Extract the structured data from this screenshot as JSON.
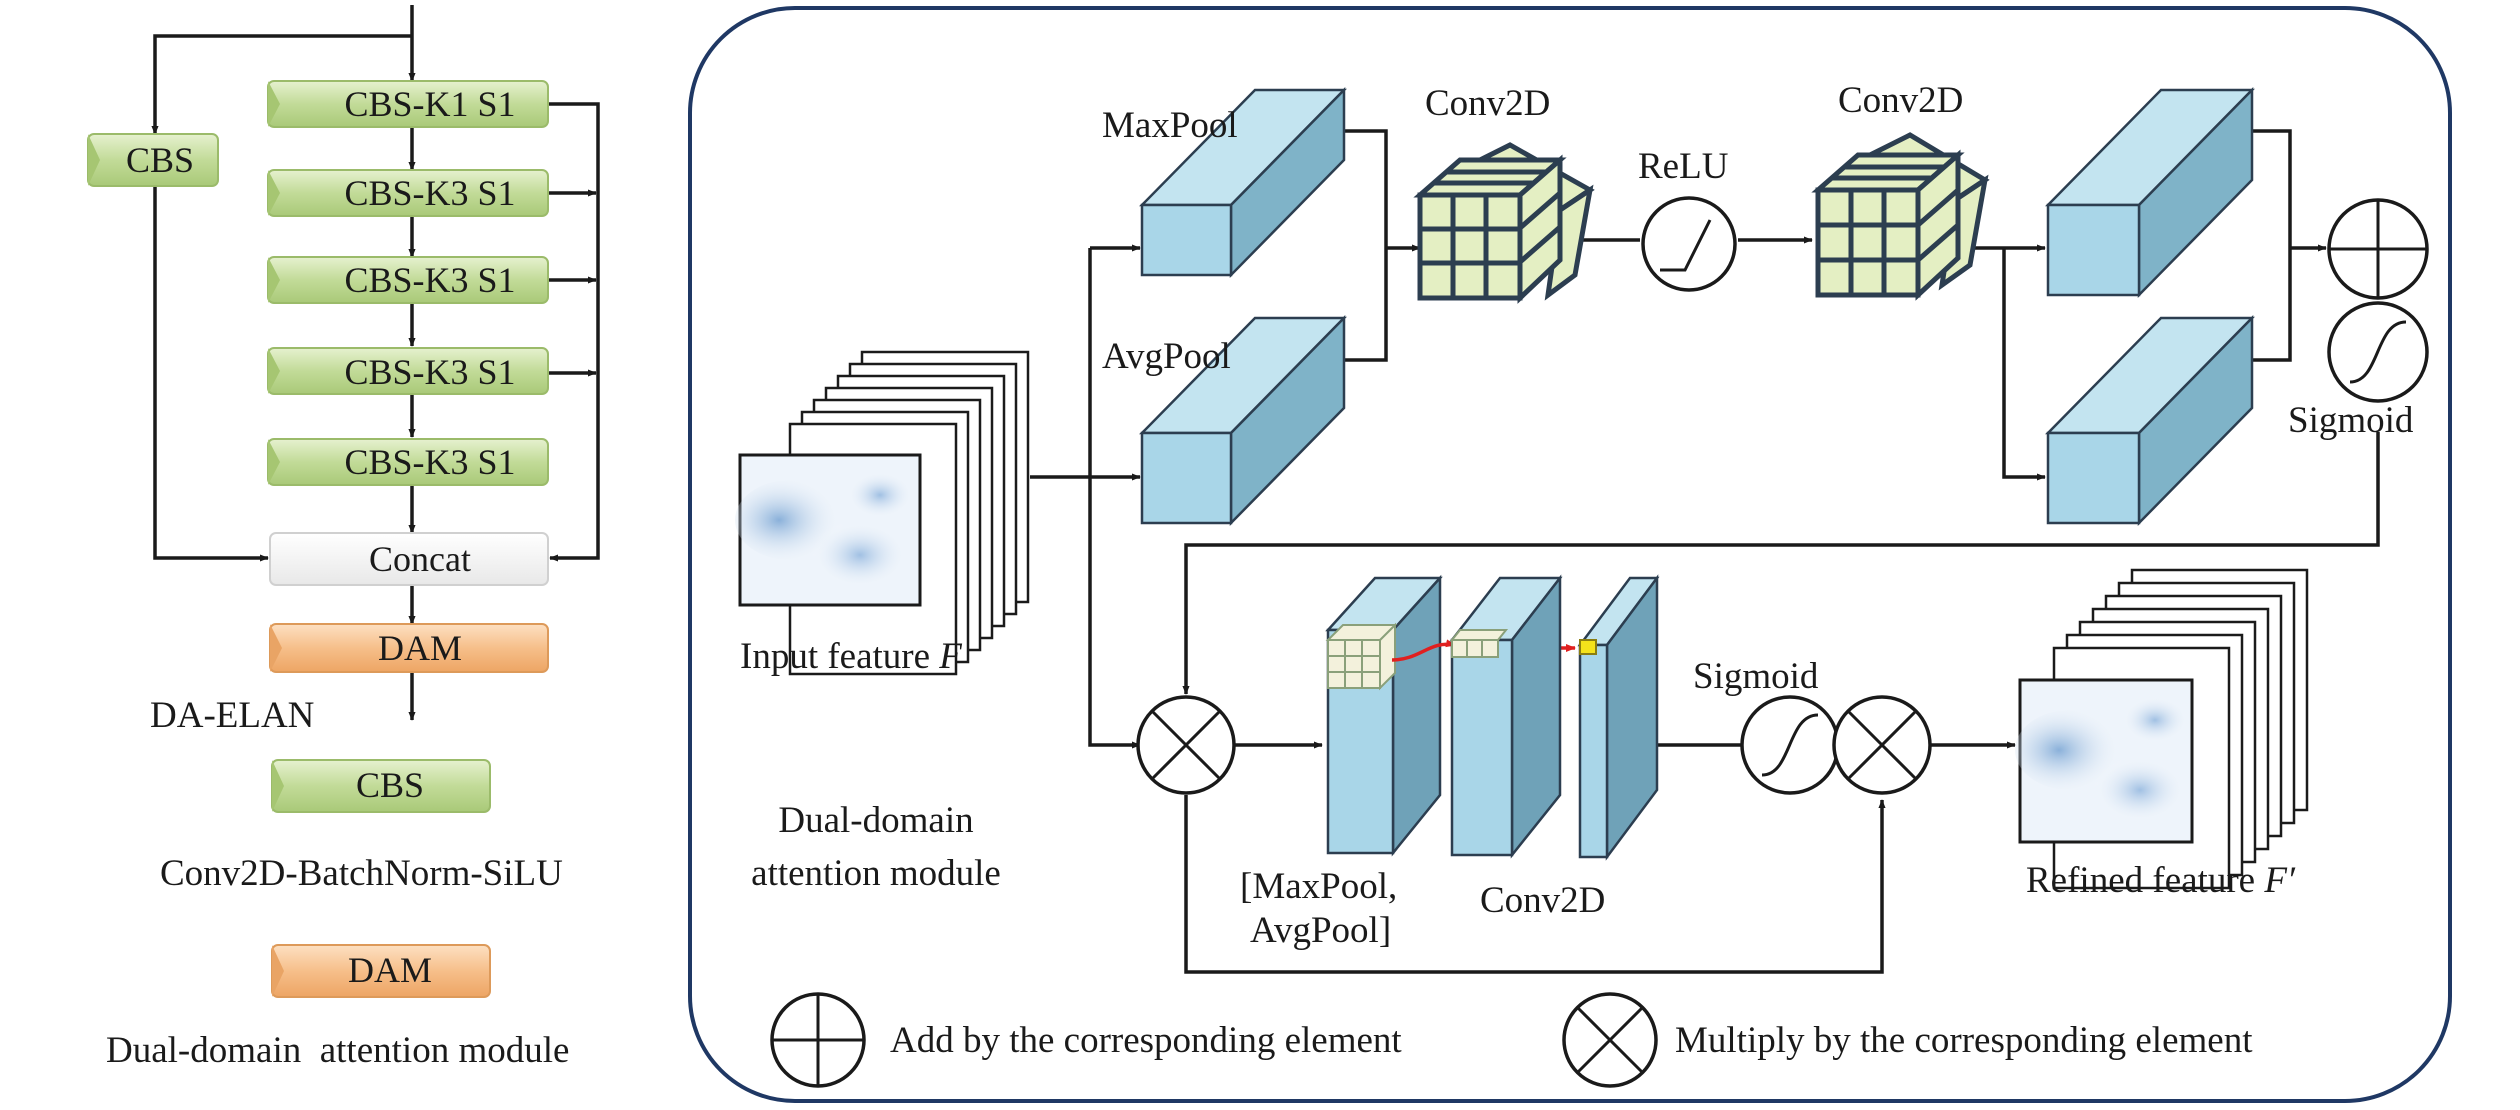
{
  "elan": {
    "blocks": [
      "CBS-K1 S1",
      "CBS-K3 S1",
      "CBS-K3 S1",
      "CBS-K3 S1",
      "CBS-K3 S1"
    ],
    "side_cbs": "CBS",
    "concat": "Concat",
    "dam": "DAM",
    "title": "DA-ELAN"
  },
  "legend_left": {
    "cbs_label": "CBS",
    "cbs_desc": "Conv2D-BatchNorm-SiLU",
    "dam_label": "DAM",
    "dam_desc": "Dual-domain  attention module"
  },
  "dam_module": {
    "maxpool": "MaxPool",
    "avgpool": "AvgPool",
    "conv2d_1": "Conv2D",
    "relu": "ReLU",
    "conv2d_2": "Conv2D",
    "sigmoid_top": "Sigmoid",
    "sigmoid_bottom": "Sigmoid",
    "input_label": "Input feature ",
    "input_var": "F",
    "refined_label": "Refined feature ",
    "refined_var": "F′",
    "module_name_1": "Dual-domain",
    "module_name_2": "attention module",
    "stack_label_1": "[MaxPool,",
    "stack_label_2": "AvgPool]",
    "conv2d_3": "Conv2D"
  },
  "legend_bottom": {
    "add": "Add by the corresponding element",
    "multiply": "Multiply by the corresponding element"
  },
  "colors": {
    "cbs_green": "#c7dea0",
    "dam_orange": "#f5c08e",
    "cuboid_face": "#a9d6e8",
    "cube_fill": "#e4efc3",
    "cube_stroke": "#2c3e50",
    "red_arrow": "#e02020",
    "frame": "#1f3864"
  }
}
